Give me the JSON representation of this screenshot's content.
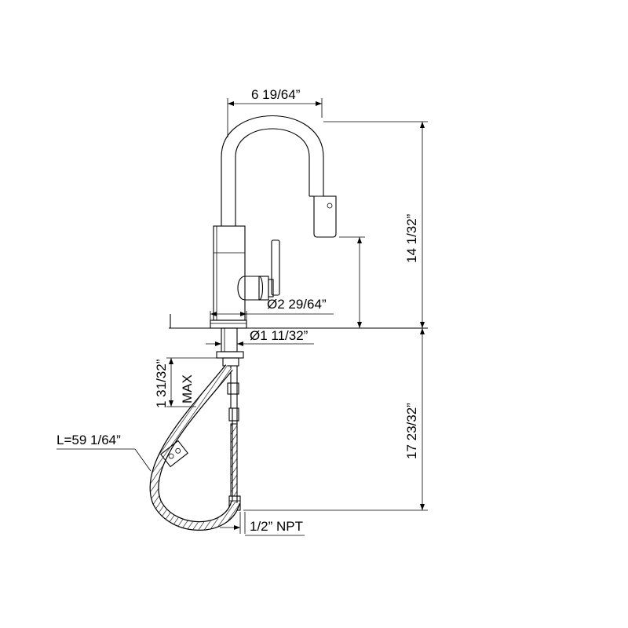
{
  "dimensions": {
    "spout_reach": "6 19/64”",
    "total_height": "14 1/32”",
    "base_diameter": "Ø2 29/64”",
    "shank_diameter": "Ø1 11/32”",
    "deck_thickness": "1 31/32”",
    "deck_thickness_note": "MAX",
    "below_deck_length": "17 23/32”",
    "hose_length": "L=59 1/64”",
    "connection": "1/2” NPT"
  },
  "colors": {
    "line": "#000000",
    "background": "#ffffff"
  }
}
